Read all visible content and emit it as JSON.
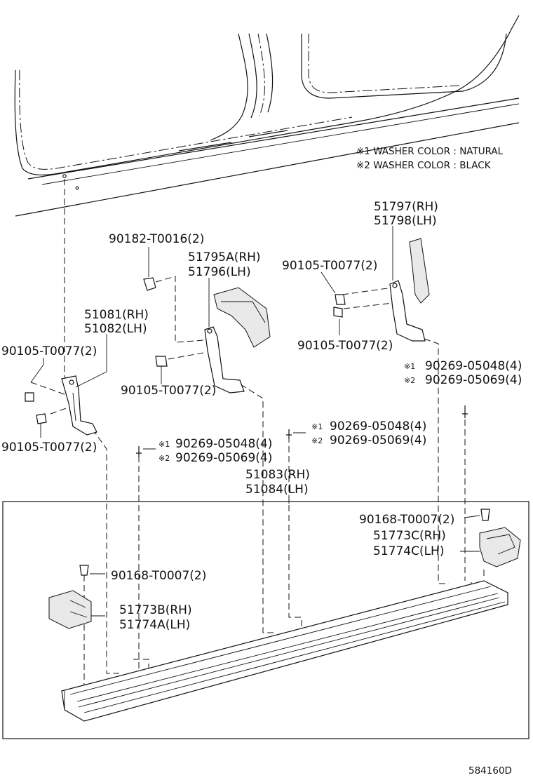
{
  "legend": {
    "line1": "※1 WASHER COLOR : NATURAL",
    "line2": "※2 WASHER COLOR : BLACK"
  },
  "labels": {
    "l90182": "90182-T0016(2)",
    "l51795a": "51795A(RH)",
    "l51796": "51796(LH)",
    "l51797": "51797(RH)",
    "l51798": "51798(LH)",
    "l90105_top": "90105-T0077(2)",
    "l90105_mid": "90105-T0077(2)",
    "l51081": "51081(RH)",
    "l51082": "51082(LH)",
    "l90105_left": "90105-T0077(2)",
    "l90105_center": "90105-T0077(2)",
    "l90105_lower_left": "90105-T0077(2)",
    "r_mark1": "※1",
    "r_90269_05048": "90269-05048(4)",
    "r_mark2": "※2",
    "r_90269_05069": "90269-05069(4)",
    "c_mark1": "※1",
    "c_90269_05048": "90269-05048(4)",
    "c_mark2": "※2",
    "c_90269_05069": "90269-05069(4)",
    "lc_mark1": "※1",
    "lc_90269_05048": "90269-05048(4)",
    "lc_mark2": "※2",
    "lc_90269_05069": "90269-05069(4)",
    "l51083": "51083(RH)",
    "l51084": "51084(LH)",
    "l90168_right": "90168-T0007(2)",
    "l51773c": "51773C(RH)",
    "l51774c": "51774C(LH)",
    "l90168_left": "90168-T0007(2)",
    "l51773b": "51773B(RH)",
    "l51774a": "51774A(LH)",
    "diagram_id": "584160D"
  }
}
